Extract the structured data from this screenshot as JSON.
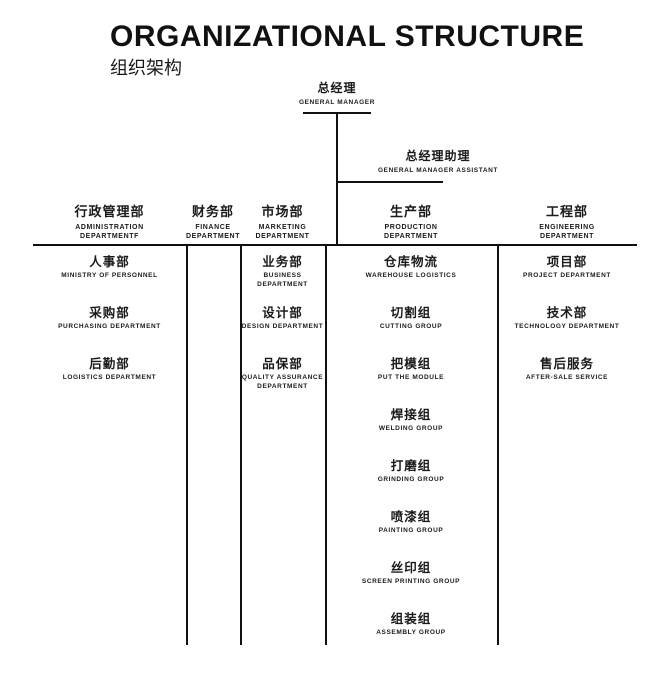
{
  "header": {
    "title": "ORGANIZATIONAL STRUCTURE",
    "subtitle": "组织架构"
  },
  "colors": {
    "background": "#ffffff",
    "ink": "#111111",
    "line": "#111111"
  },
  "top": {
    "general_manager": {
      "cn": "总经理",
      "en": "GENERAL MANAGER"
    },
    "general_manager_assistant": {
      "cn": "总经理助理",
      "en": "GENERAL MANAGER ASSISTANT"
    }
  },
  "departments": [
    {
      "cn": "行政管理部",
      "en_line1": "ADMINISTRATION",
      "en_line2": "DEPARTMENTF",
      "items": [
        {
          "cn": "人事部",
          "en_line1": "MINISTRY OF PERSONNEL",
          "en_line2": ""
        },
        {
          "cn": "采购部",
          "en_line1": "PURCHASING DEPARTMENT",
          "en_line2": ""
        },
        {
          "cn": "后勤部",
          "en_line1": "LOGISTICS DEPARTMENT",
          "en_line2": ""
        }
      ]
    },
    {
      "cn": "财务部",
      "en_line1": "FINANCE",
      "en_line2": "DEPARTMENT",
      "items": []
    },
    {
      "cn": "市场部",
      "en_line1": "MARKETING",
      "en_line2": "DEPARTMENT",
      "items": [
        {
          "cn": "业务部",
          "en_line1": "BUSINESS DEPARTMENT",
          "en_line2": ""
        },
        {
          "cn": "设计部",
          "en_line1": "DESIGN DEPARTMENT",
          "en_line2": ""
        },
        {
          "cn": "品保部",
          "en_line1": "QUALITY ASSURANCE",
          "en_line2": "DEPARTMENT"
        }
      ]
    },
    {
      "cn": "生产部",
      "en_line1": "PRODUCTION",
      "en_line2": "DEPARTMENT",
      "items": [
        {
          "cn": "仓库物流",
          "en_line1": "WAREHOUSE LOGISTICS",
          "en_line2": ""
        },
        {
          "cn": "切割组",
          "en_line1": "CUTTING GROUP",
          "en_line2": ""
        },
        {
          "cn": "把模组",
          "en_line1": "PUT THE MODULE",
          "en_line2": ""
        },
        {
          "cn": "焊接组",
          "en_line1": "WELDING GROUP",
          "en_line2": ""
        },
        {
          "cn": "打磨组",
          "en_line1": "GRINDING GROUP",
          "en_line2": ""
        },
        {
          "cn": "喷漆组",
          "en_line1": "PAINTING GROUP",
          "en_line2": ""
        },
        {
          "cn": "丝印组",
          "en_line1": "SCREEN PRINTING GROUP",
          "en_line2": ""
        },
        {
          "cn": "组装组",
          "en_line1": "ASSEMBLY GROUP",
          "en_line2": ""
        }
      ]
    },
    {
      "cn": "工程部",
      "en_line1": "ENGINEERING",
      "en_line2": "DEPARTMENT",
      "items": [
        {
          "cn": "项目部",
          "en_line1": "PROJECT DEPARTMENT",
          "en_line2": ""
        },
        {
          "cn": "技术部",
          "en_line1": "TECHNOLOGY DEPARTMENT",
          "en_line2": ""
        },
        {
          "cn": "售后服务",
          "en_line1": "AFTER-SALE SERVICE",
          "en_line2": ""
        }
      ]
    }
  ]
}
